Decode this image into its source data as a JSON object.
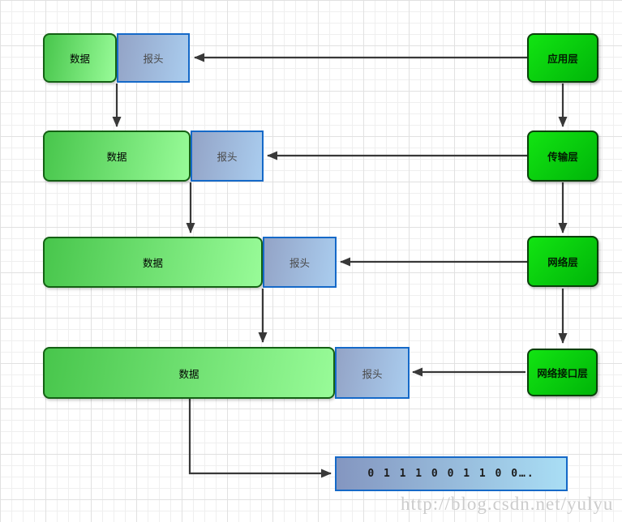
{
  "diagram": {
    "title_hint": "TCP/IP encapsulation diagram",
    "rows": [
      {
        "data_label": "数据",
        "header_label": "报头"
      },
      {
        "data_label": "数据",
        "header_label": "报头"
      },
      {
        "data_label": "数据",
        "header_label": "报头"
      },
      {
        "data_label": "数据",
        "header_label": "报头"
      }
    ],
    "layers": [
      {
        "label": "应用层"
      },
      {
        "label": "传输层"
      },
      {
        "label": "网络层"
      },
      {
        "label": "网络接口层"
      }
    ],
    "binary_box": {
      "text": "0 1 1 1 0 0 1 1 0 0…."
    },
    "watermark": "http://blog.csdn.net/yulyu",
    "colors": {
      "layer_green_start": "#12e412",
      "layer_green_end": "#00b509",
      "data_green_start": "#48c64c",
      "data_green_end": "#98fb98",
      "header_blue_start": "#93a3c6",
      "header_blue_end": "#aacdef",
      "border_green": "#146014",
      "border_blue": "#1569c8",
      "arrow": "#383838",
      "grid_line": "#e1e1e1",
      "watermark_gray": "#cccccc"
    }
  }
}
